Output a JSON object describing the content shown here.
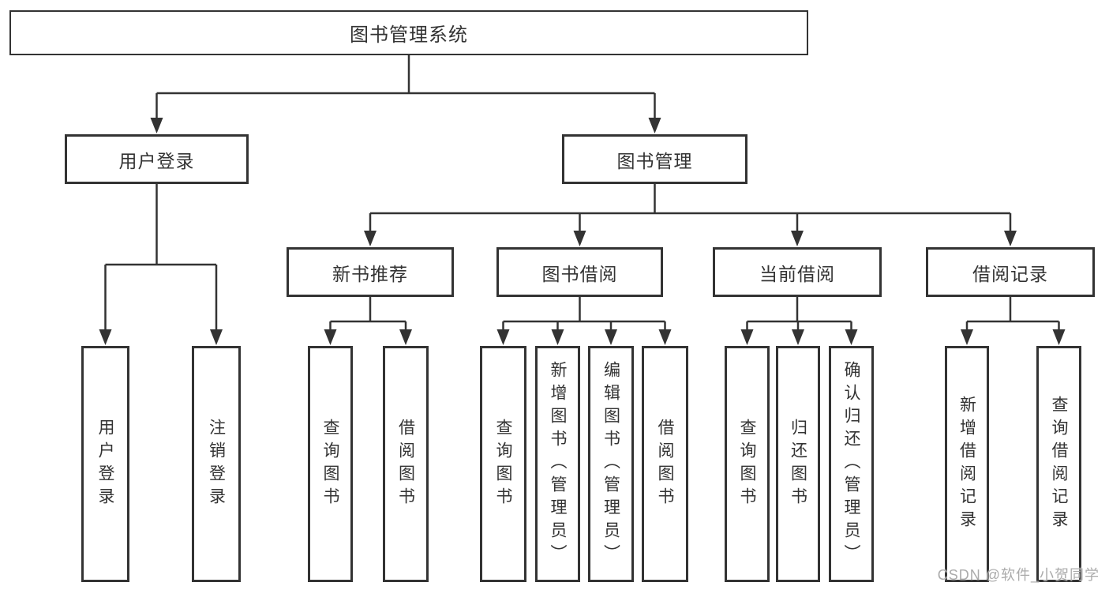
{
  "colors": {
    "line": "#333333",
    "text": "#333333",
    "background": "#ffffff",
    "watermark": "#ababab"
  },
  "tree": {
    "root_label": "图书管理系统",
    "level2": [
      {
        "label": "用户登录",
        "leaves": [
          "用户登录",
          "注销登录"
        ]
      },
      {
        "label": "图书管理",
        "level3": [
          {
            "label": "新书推荐",
            "leaves": [
              "查询图书",
              "借阅图书"
            ]
          },
          {
            "label": "图书借阅",
            "leaves": [
              "查询图书",
              "新增图书（管理员）",
              "编辑图书（管理员）",
              "借阅图书"
            ]
          },
          {
            "label": "当前借阅",
            "leaves": [
              "查询图书",
              "归还图书",
              "确认归还（管理员）"
            ]
          },
          {
            "label": "借阅记录",
            "leaves": [
              "新增借阅记录",
              "查询借阅记录"
            ]
          }
        ]
      }
    ]
  },
  "watermark": {
    "text": "CSDN @软件_小贺同学"
  }
}
